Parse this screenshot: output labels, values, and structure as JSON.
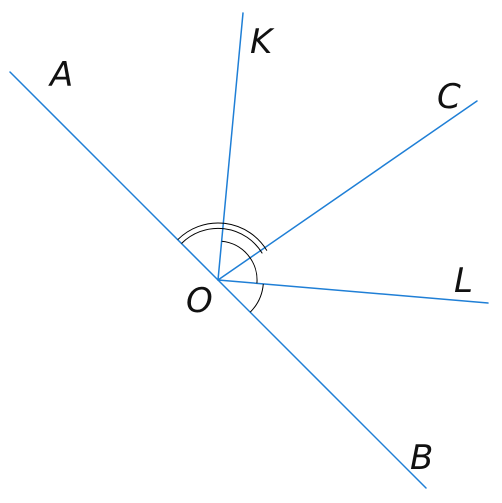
{
  "figure": {
    "vertex": "O",
    "points": {
      "A": "A",
      "B": "B",
      "C": "C",
      "K": "K",
      "L": "L"
    },
    "line_color": "#1f7fd6",
    "arc_color": "#000000"
  }
}
